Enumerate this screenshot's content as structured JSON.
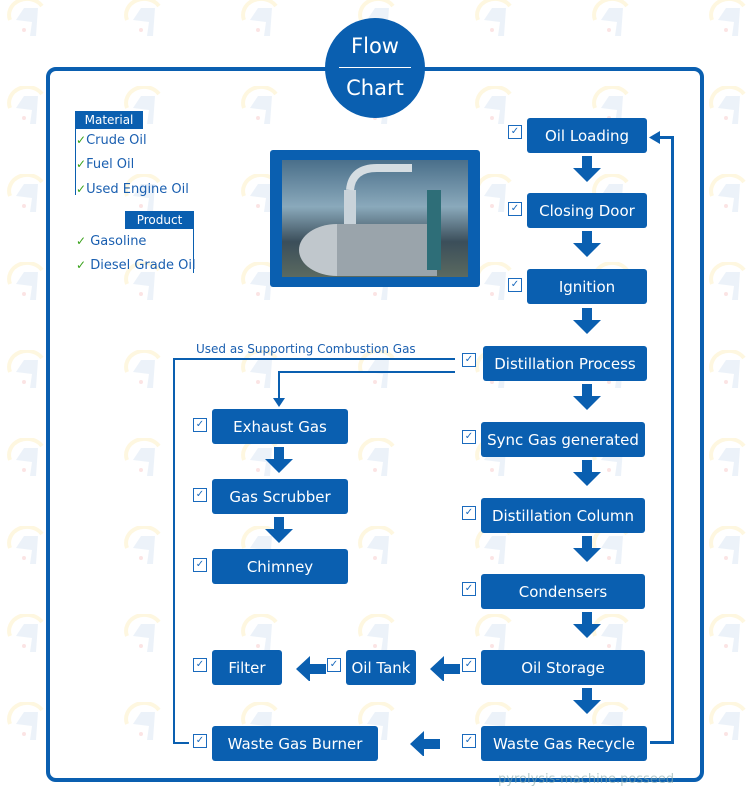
{
  "header": {
    "title_line1": "Flow",
    "title_line2": "Chart"
  },
  "legend": {
    "material": {
      "title": "Material",
      "items": [
        "Crude Oil",
        "Fuel Oil",
        "Used Engine Oil"
      ]
    },
    "product": {
      "title": "Product",
      "items": [
        "Gasoline",
        "Diesel Grade Oil"
      ]
    }
  },
  "steps": {
    "oil_loading": "Oil Loading",
    "closing_door": "Closing Door",
    "ignition": "Ignition",
    "distillation_process": "Distillation Process",
    "sync_gas": "Sync Gas generated",
    "distillation_column": "Distillation Column",
    "condensers": "Condensers",
    "oil_storage": "Oil Storage",
    "waste_gas_recycle": "Waste Gas Recycle",
    "exhaust_gas": "Exhaust Gas",
    "gas_scrubber": "Gas Scrubber",
    "chimney": "Chimney",
    "filter": "Filter",
    "oil_tank": "Oil Tank",
    "waste_gas_burner": "Waste Gas Burner"
  },
  "connector_label": "Used as Supporting Combustion Gas",
  "check_mark": "✓",
  "watermark_text": "pyrolysis-machine.posseed",
  "colors": {
    "primary": "#0a5fb0",
    "check": "#3aa21c"
  }
}
